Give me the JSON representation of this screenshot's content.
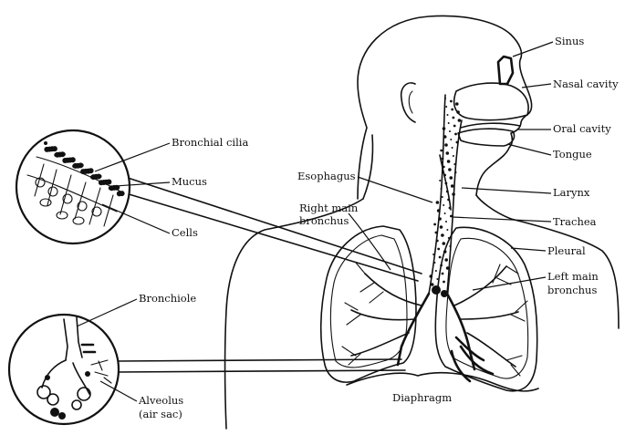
{
  "labels": {
    "sinus": "Sinus",
    "nasal_cavity": "Nasal cavity",
    "oral_cavity": "Oral cavity",
    "tongue": "Tongue",
    "larynx": "Larynx",
    "trachea": "Trachea",
    "pleural": "Pleural",
    "left_main_bronchus_1": "Left main",
    "left_main_bronchus_2": "bronchus",
    "right_main_bronchus_1": "Right main",
    "right_main_bronchus_2": "bronchus",
    "esophagus": "Esophagus",
    "diaphragm": "Diaphragm",
    "bronchial_cilia": "Bronchial cilia",
    "mucus": "Mucus",
    "cells": "Cells",
    "bronchiole": "Bronchiole",
    "alveolus_1": "Alveolus",
    "alveolus_2": "(air sac)"
  },
  "colors": {
    "ink": "#111111",
    "background": "#ffffff"
  }
}
